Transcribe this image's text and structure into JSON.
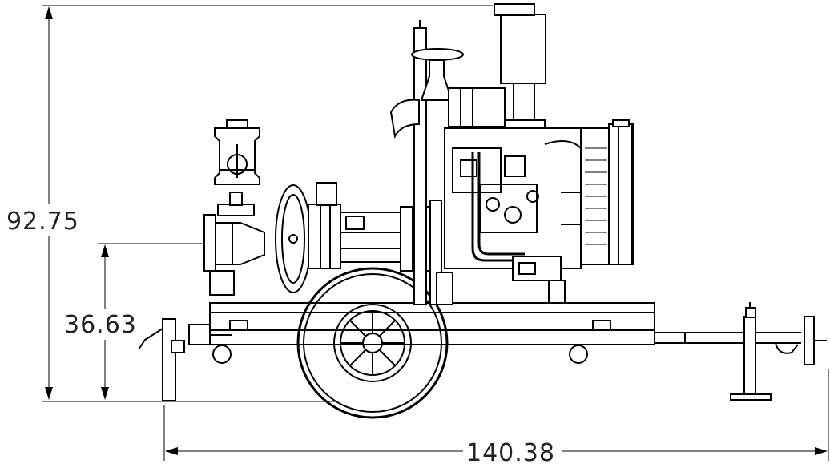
{
  "dimensions": {
    "overall_height": "92.75",
    "discharge_height": "36.63",
    "overall_length": "140.38"
  }
}
